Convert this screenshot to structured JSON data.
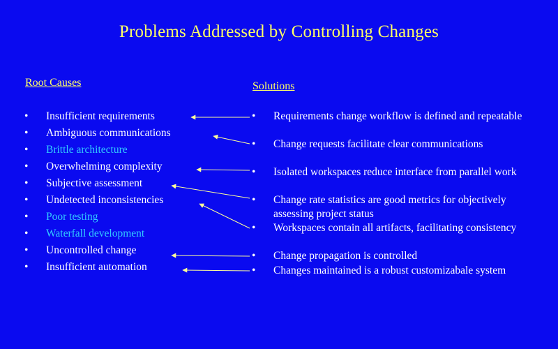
{
  "title": "Problems Addressed by Controlling Changes",
  "root_causes": {
    "heading": "Root Causes",
    "items": [
      {
        "text": "Insufficient requirements",
        "highlight": false
      },
      {
        "text": "Ambiguous communications",
        "highlight": false
      },
      {
        "text": "Brittle architecture",
        "highlight": true
      },
      {
        "text": "Overwhelming complexity",
        "highlight": false
      },
      {
        "text": "Subjective assessment",
        "highlight": false
      },
      {
        "text": "Undetected inconsistencies",
        "highlight": false
      },
      {
        "text": "Poor testing",
        "highlight": true
      },
      {
        "text": "Waterfall development",
        "highlight": true
      },
      {
        "text": "Uncontrolled change",
        "highlight": false
      },
      {
        "text": "Insufficient automation",
        "highlight": false
      }
    ]
  },
  "solutions": {
    "heading": "Solutions",
    "items": [
      "Requirements change workflow is defined and repeatable",
      "Change requests facilitate clear communications",
      "Isolated workspaces reduce interface from parallel work",
      "Change rate statistics are good metrics for objectively assessing project status",
      "Workspaces contain all artifacts, facilitating consistency",
      "Change propagation is controlled",
      "Changes maintained is a robust customizabale system"
    ]
  },
  "colors": {
    "background": "#0a0af0",
    "title": "#ffff66",
    "text": "#ffffff",
    "highlight": "#33ccff",
    "arrow": "#ffff99"
  },
  "bullet_glyph": "•"
}
